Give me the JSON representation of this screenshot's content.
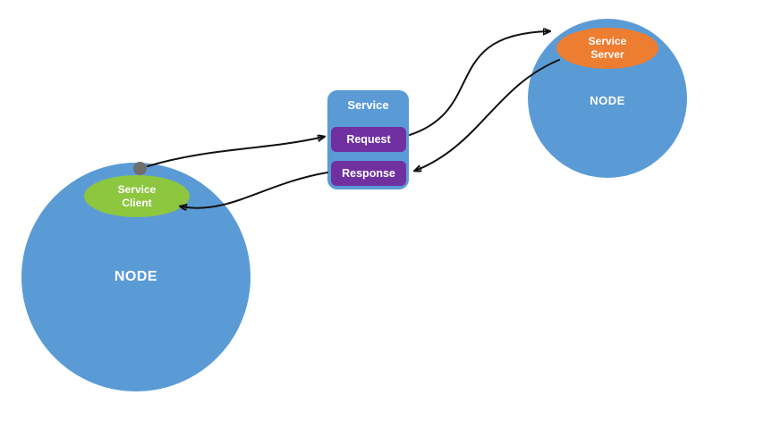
{
  "nodes": {
    "left": {
      "label": "NODE"
    },
    "right": {
      "label": "NODE"
    }
  },
  "service_client": {
    "line1": "Service",
    "line2": "Client"
  },
  "service_server": {
    "line1": "Service",
    "line2": "Server"
  },
  "service": {
    "title": "Service",
    "request_label": "Request",
    "response_label": "Response"
  },
  "arrows": [
    {
      "name": "client-to-request",
      "from": "service-client-dot",
      "to": "request-box"
    },
    {
      "name": "request-to-server",
      "from": "request-box",
      "to": "service-server"
    },
    {
      "name": "server-to-response",
      "from": "service-server",
      "to": "response-box"
    },
    {
      "name": "response-to-client",
      "from": "response-box",
      "to": "service-client"
    }
  ],
  "colors": {
    "node_blue": "#5b9bd5",
    "client_green": "#8dc63f",
    "server_orange": "#ed7d31",
    "message_purple": "#7030a0",
    "dot_gray": "#6e6e6e",
    "arrow_black": "#111111",
    "background": "#ffffff",
    "text_white": "#ffffff"
  }
}
